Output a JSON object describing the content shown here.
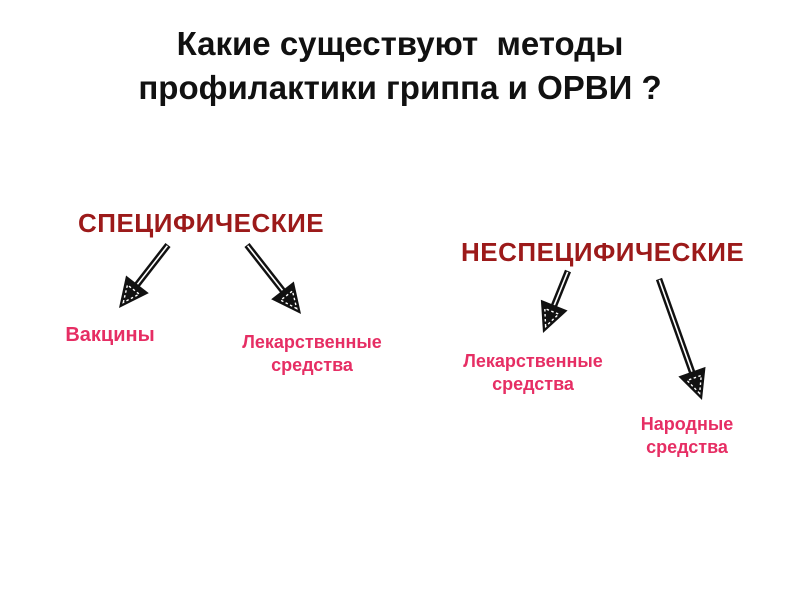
{
  "slide": {
    "title": "Какие существуют  методы\nпрофилактики гриппа и ОРВИ ?",
    "colors": {
      "background": "#ffffff",
      "title_text": "#111111",
      "branch_heading": "#9c1a1a",
      "leaf_label": "#e62e64",
      "arrow": "#111111"
    },
    "branches": [
      {
        "heading": "СПЕЦИФИЧЕСКИЕ",
        "children": [
          "Вакцины",
          "Лекарственные\nсредства"
        ]
      },
      {
        "heading": "НЕСПЕЦИФИЧЕСКИЕ",
        "children": [
          "Лекарственные\nсредства",
          "Народные\nсредства"
        ]
      }
    ]
  }
}
